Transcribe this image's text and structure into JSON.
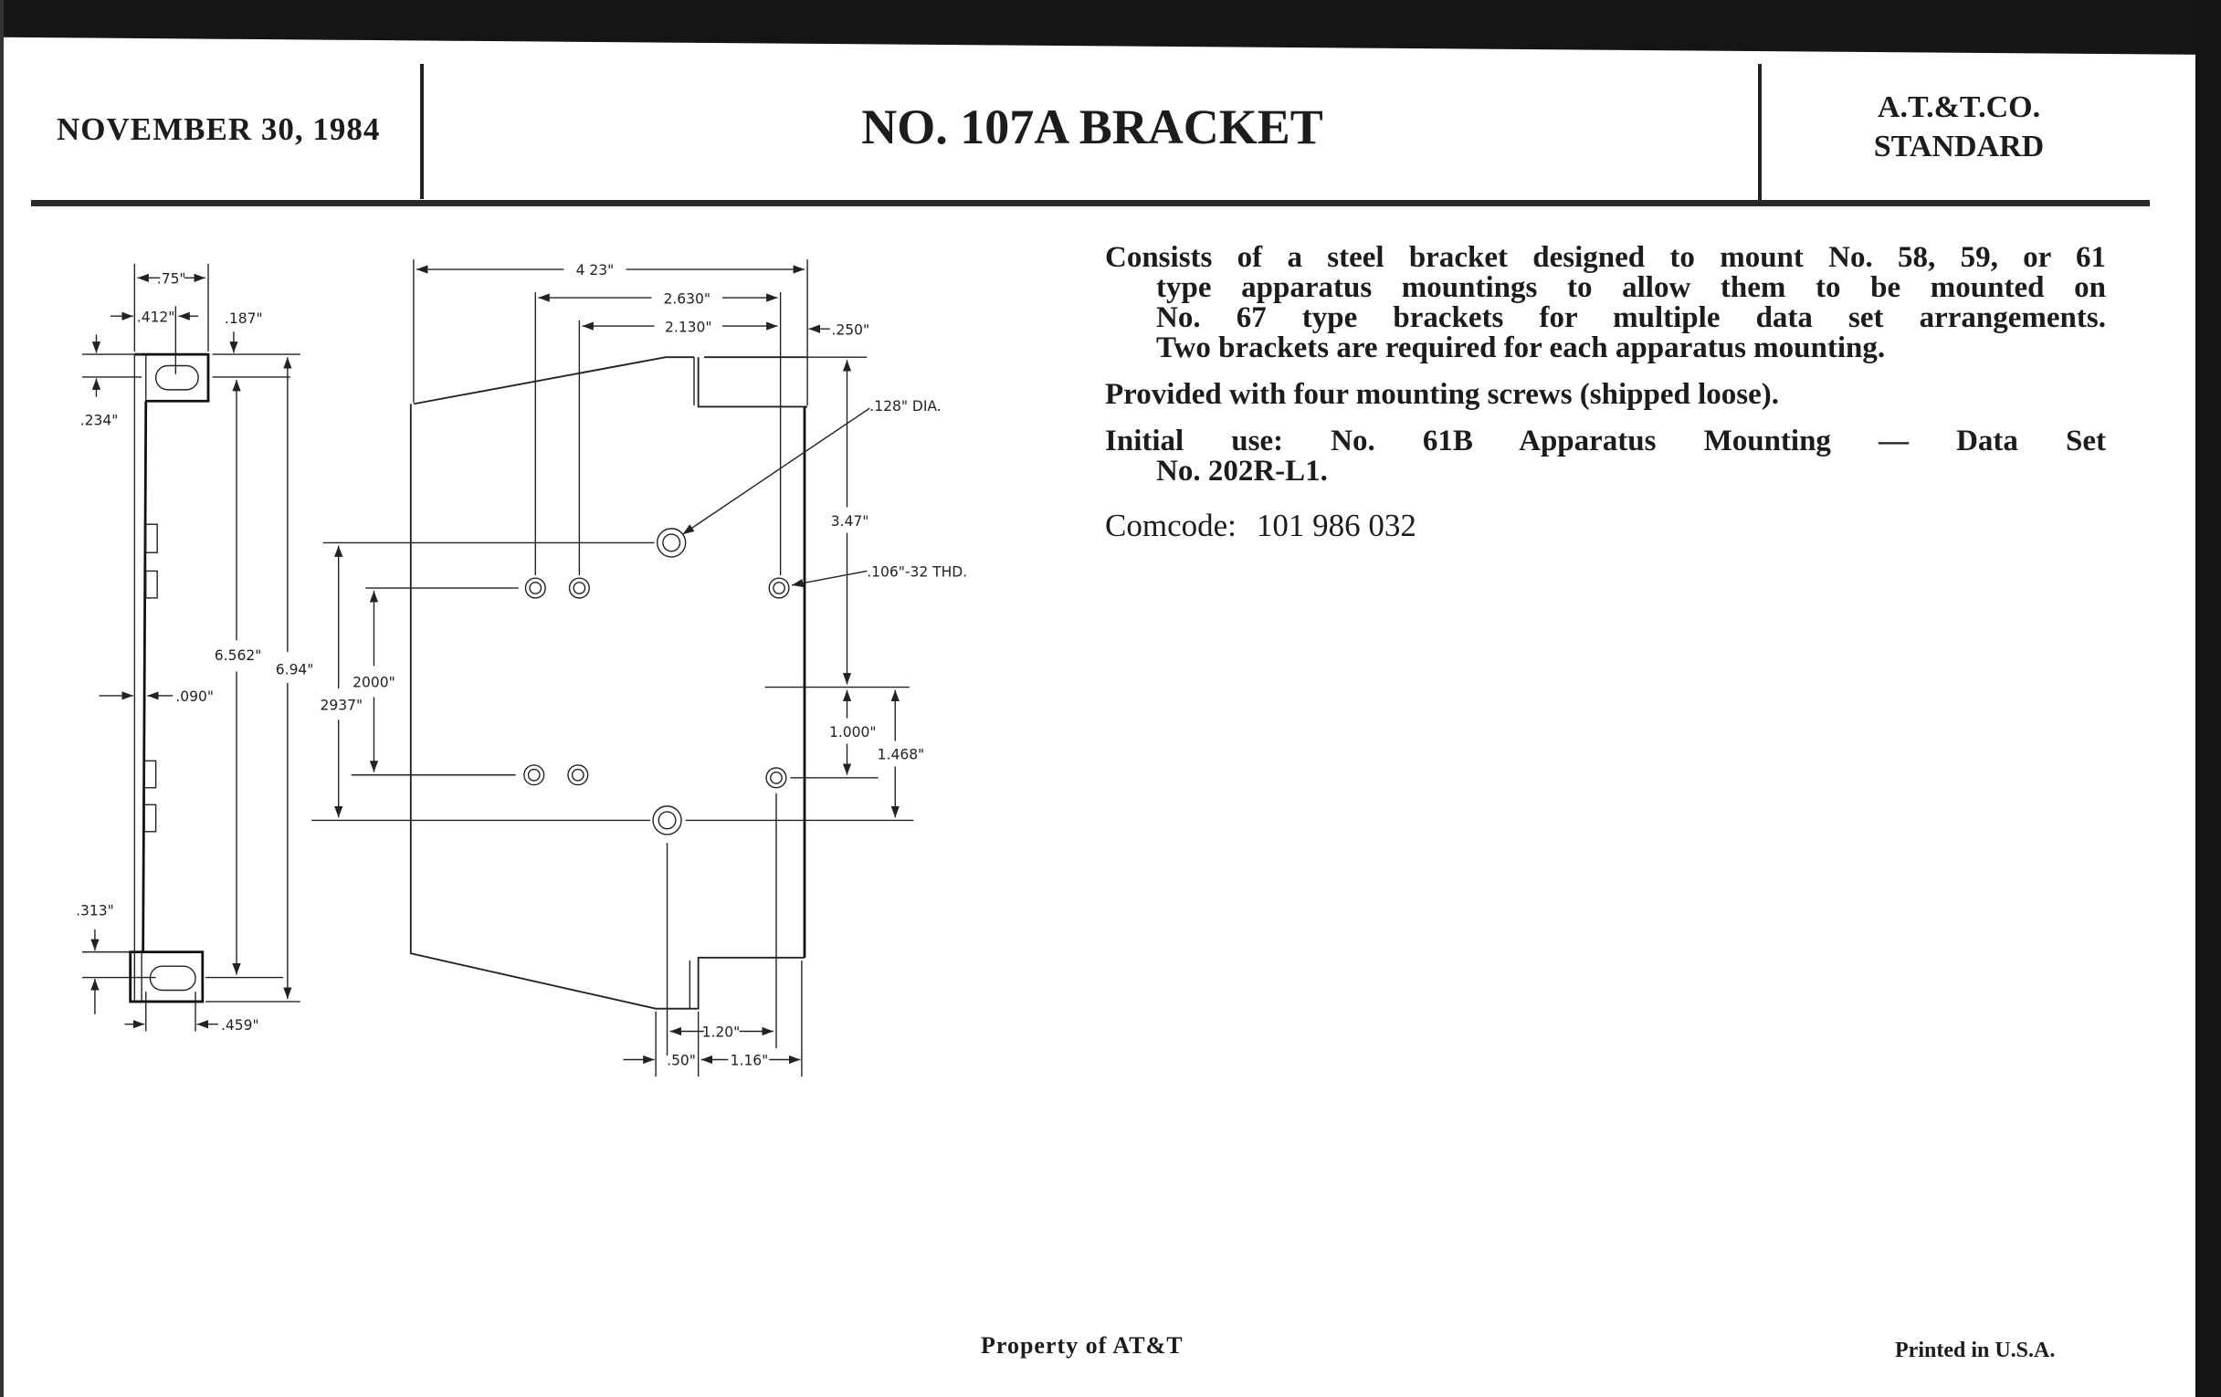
{
  "header": {
    "date": "NOVEMBER 30, 1984",
    "title": "NO. 107A BRACKET",
    "standard_line1": "A.T.&T.CO.",
    "standard_line2": "STANDARD"
  },
  "description": {
    "paragraph1": [
      "Consists of a steel bracket designed to mount No. 58, 59, or 61",
      "type apparatus mountings to allow them to be mounted on",
      "No. 67 type brackets for multiple data set arrangements.",
      "Two brackets are required for each apparatus mounting."
    ],
    "paragraph2": "Provided with four mounting screws (shipped loose).",
    "paragraph3": [
      "Initial use: No. 61B Apparatus Mounting — Data Set",
      "No. 202R-L1."
    ],
    "comcode_label": "Comcode:",
    "comcode_value": "101 986 032"
  },
  "drawing": {
    "side_view": {
      "width": ".75\"",
      "slot_offset": ".412\"",
      "top_offset": ".187\"",
      "top_slot": ".234\"",
      "thickness": ".090\"",
      "inner_length": "6.562\"",
      "overall_length": "6.94\"",
      "bottom_slot": ".313\"",
      "bottom_offset": ".459\""
    },
    "front_view": {
      "overall_width": "4 23\"",
      "hole_span_outer": "2.630\"",
      "hole_span_inner": "2.130\"",
      "edge_offset": ".250\"",
      "large_hole": ".128\" DIA.",
      "threaded_hole": ".106\"-32 THD.",
      "top_to_center": "3.47\"",
      "center_spacing": "1.000\"",
      "large_hole_half": "1.468\"",
      "small_hole_vertical": "2000\"",
      "large_hole_vertical": "2937\"",
      "bottom_1": "1.20\"",
      "bottom_2": ".50\"",
      "bottom_3": "1.16\""
    }
  },
  "footer": {
    "property": "Property of AT&T",
    "printed": "Printed in U.S.A."
  }
}
